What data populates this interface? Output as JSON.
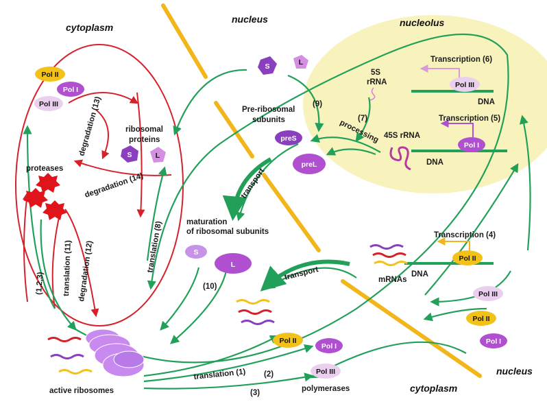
{
  "compartments": {
    "cytoplasm_top": "cytoplasm",
    "nucleus_top": "nucleus",
    "nucleolus": "nucleolus",
    "cytoplasm_bottom": "cytoplasm",
    "nucleus_bottom": "nucleus"
  },
  "labels": {
    "pre_ribosomal": [
      "Pre-ribosomal",
      "subunits"
    ],
    "ribosomal_proteins": [
      "ribosomal",
      "proteins"
    ],
    "proteases": "proteases",
    "maturation": [
      "maturation",
      "of ribosomal subunits"
    ],
    "active_ribosomes": "active ribosomes",
    "polymerases": "polymerases",
    "mrnas": "mRNAs",
    "dna": "DNA",
    "rrna_5s": [
      "5S",
      "rRNA"
    ],
    "rrna_45s": "45S rRNA",
    "processing": "processing",
    "transport": "transport"
  },
  "processes": {
    "transcription_6": "Transcription (6)",
    "transcription_5": "Transcription (5)",
    "transcription_4": "Transcription (4)",
    "degradation_13": "degradation (13)",
    "degradation_14": "degradation (14)",
    "degradation_12": "degradation (12)",
    "translation_11": "translation (11)",
    "translation_8": "translation (8)",
    "translation_1": "translation (1)",
    "step_123": "(1,2,3)",
    "step_9": "(9)",
    "step_7": "(7)",
    "step_10": "(10)",
    "step_2": "(2)",
    "step_3": "(3)"
  },
  "molecules": {
    "pol1": "Pol I",
    "pol2": "Pol II",
    "pol3": "Pol III",
    "small": "S",
    "large": "L",
    "pres": "preS",
    "prel": "preL"
  },
  "colors": {
    "green_arrow": "#22a05a",
    "red_arrow": "#d6212a",
    "nucleolus_fill": "#f8f3bd",
    "membrane": "#f2b51a",
    "pol1": "#b04fd0",
    "pol2": "#f2c21a",
    "pol3": "#ead0ee",
    "subunit_dark": "#8a3fbf",
    "subunit_light": "#c793e8",
    "ribosome": "#c98af0",
    "protease": "#e0141b"
  }
}
